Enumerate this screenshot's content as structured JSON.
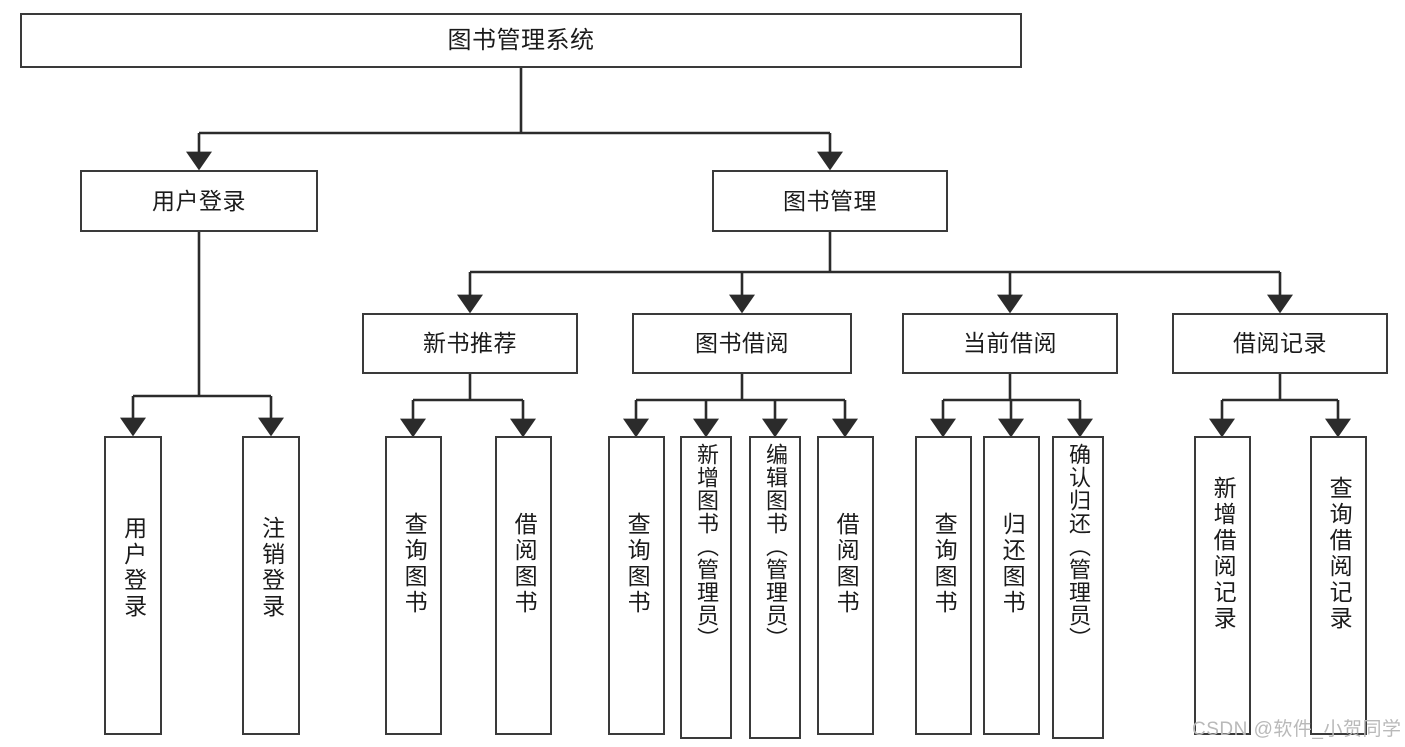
{
  "diagram": {
    "title": "图书管理系统",
    "type": "tree-hierarchy-diagram",
    "theme": {
      "background": "#ffffff",
      "box_fill": "#ffffff",
      "box_stroke": "#3a3a3a",
      "edge_stroke": "#2b2b2b",
      "text_color": "#1b1b1b",
      "watermark_color": "#b9b9b9"
    },
    "root": {
      "id": "root",
      "label": "图书管理系统"
    },
    "level2": [
      {
        "id": "user-login",
        "label": "用户登录"
      },
      {
        "id": "book-management",
        "label": "图书管理"
      }
    ],
    "level3": [
      {
        "id": "new-book-recommend",
        "label": "新书推荐"
      },
      {
        "id": "book-borrow",
        "label": "图书借阅"
      },
      {
        "id": "current-borrow",
        "label": "当前借阅"
      },
      {
        "id": "borrow-record",
        "label": "借阅记录"
      }
    ],
    "leaves": {
      "user_login": [
        {
          "id": "leaf-user-login",
          "label": "用户登录"
        },
        {
          "id": "leaf-logout-login",
          "label": "注销登录"
        }
      ],
      "new_book_recommend": [
        {
          "id": "leaf-query-book-1",
          "label": "查询图书"
        },
        {
          "id": "leaf-borrow-book-1",
          "label": "借阅图书"
        }
      ],
      "book_borrow": [
        {
          "id": "leaf-query-book-2",
          "label": "查询图书"
        },
        {
          "id": "leaf-add-book",
          "label": "新增图书（管理员）"
        },
        {
          "id": "leaf-edit-book",
          "label": "编辑图书（管理员）"
        },
        {
          "id": "leaf-borrow-book-2",
          "label": "借阅图书"
        }
      ],
      "current_borrow": [
        {
          "id": "leaf-query-book-3",
          "label": "查询图书"
        },
        {
          "id": "leaf-return-book",
          "label": "归还图书"
        },
        {
          "id": "leaf-confirm-return",
          "label": "确认归还（管理员）"
        }
      ],
      "borrow_record": [
        {
          "id": "leaf-add-borrow-record",
          "label": "新增借阅记录"
        },
        {
          "id": "leaf-query-borrow-record",
          "label": "查询借阅记录"
        }
      ]
    },
    "watermark": "CSDN @软件_小贺同学"
  }
}
